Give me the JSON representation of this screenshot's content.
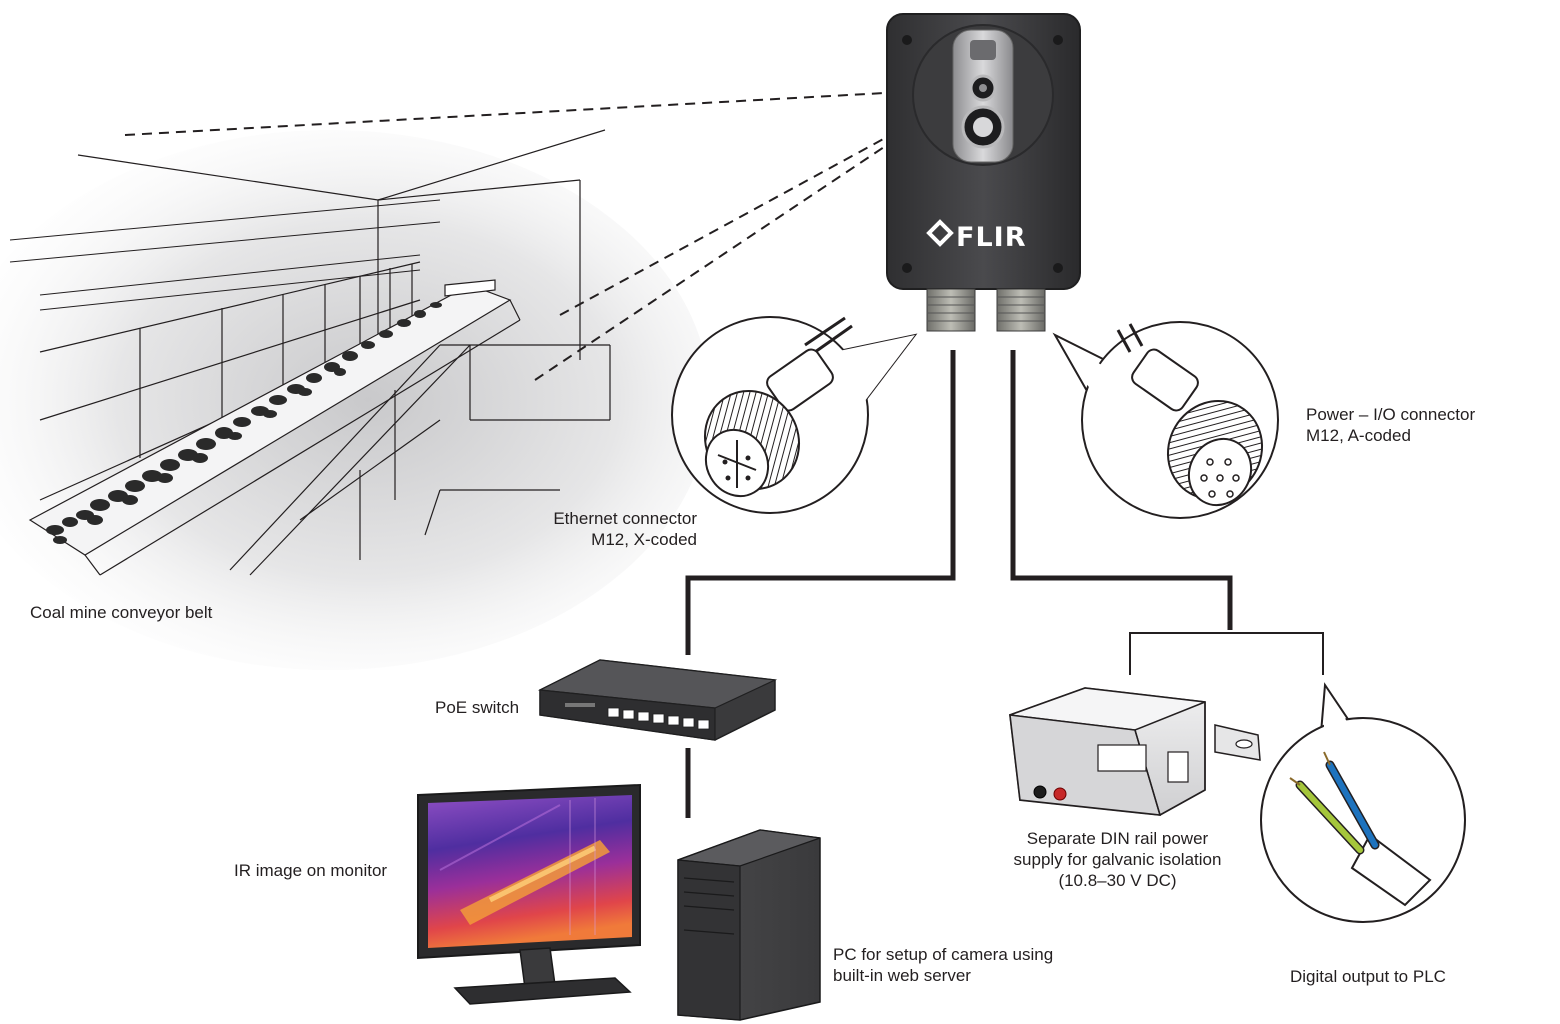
{
  "labels": {
    "conveyor": "Coal mine conveyor belt",
    "ethernet_line1": "Ethernet connector",
    "ethernet_line2": "M12, X-coded",
    "power_line1": "Power – I/O connector",
    "power_line2": "M12, A-coded",
    "poe_switch": "PoE switch",
    "ir_monitor": "IR image on monitor",
    "pc_line1": "PC for setup of camera using",
    "pc_line2": "built-in web server",
    "psu_line1": "Separate DIN rail power",
    "psu_line2": "supply for galvanic isolation",
    "psu_line3": "(10.8–30 V DC)",
    "digital_output": "Digital output to PLC"
  },
  "camera": {
    "brand": "FLIR"
  },
  "colors": {
    "camera_body": "#3a3a3c",
    "cable": "#231f20",
    "wire_blue": "#1e73be",
    "wire_yellow_green": "#a5c63b",
    "terminal_red": "#c62828"
  }
}
